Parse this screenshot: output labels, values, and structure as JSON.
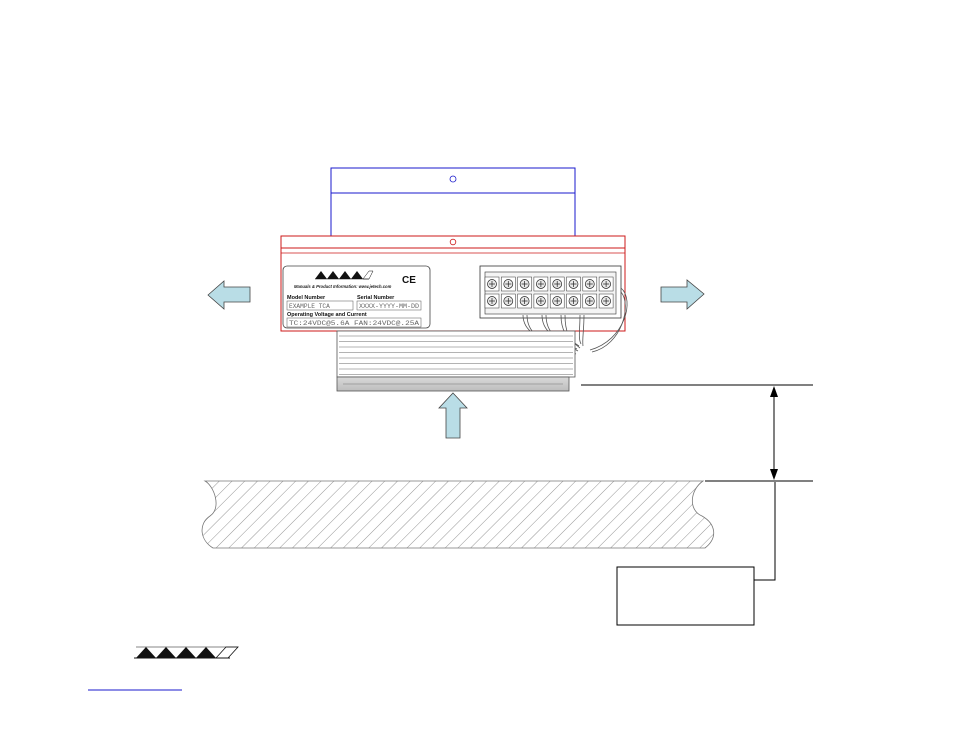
{
  "label": {
    "ce_mark": "CE",
    "tagline": "Manuals & Product Information: www.jetech.com",
    "model_number_header": "Model Number",
    "model_number_value": "EXAMPLE TCA",
    "serial_number_header": "Serial Number",
    "serial_number_value": "XXXX-YYYY-MM-DD",
    "operating_header": "Operating Voltage and Current",
    "operating_value": "TC:24VDC@5.6A  FAN:24VDC@.25A"
  },
  "colors": {
    "top_bracket": "#1a1acc",
    "front_plate": "#cc1a1a",
    "arrow_fill": "#b9dde6",
    "line": "#000000",
    "hatch": "#8a8a8a"
  },
  "icons": [
    "airflow-left-arrow-icon",
    "airflow-right-arrow-icon",
    "airflow-up-arrow-icon",
    "dimension-arrow-icon",
    "logo-triangles-icon"
  ]
}
